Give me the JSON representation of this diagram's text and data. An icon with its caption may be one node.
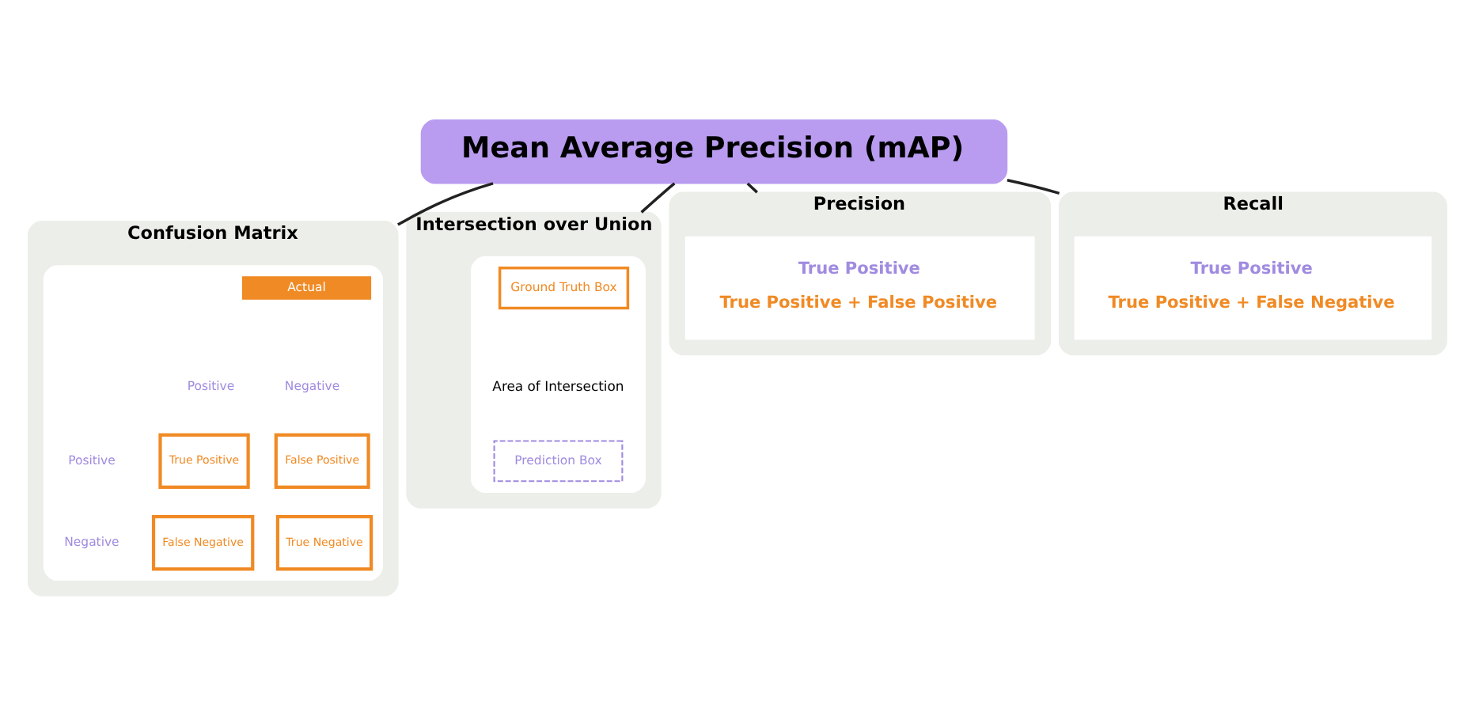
{
  "diagram": {
    "nodes": [
      {
        "text": [
          "Mean Average Precision (mAP)"
        ]
      },
      {
        "text": [
          "Confusion Matrix"
        ]
      },
      {
        "text": [],
        "shape": "box",
        "in": 1
      },
      {
        "text": [
          "Actual"
        ],
        "in": 2
      },
      {
        "text": [
          "True Positive"
        ],
        "in": 2
      },
      {
        "text": [
          "False Positive"
        ],
        "in": 2
      },
      {
        "text": [
          "False Negative"
        ],
        "in": 2
      },
      {
        "text": [
          "True Negative"
        ],
        "in": 2
      },
      {
        "text": [
          "Intersection over Union"
        ]
      },
      {
        "text": [],
        "shape": "box",
        "in": 8
      },
      {
        "text": [
          "Ground Truth Box"
        ],
        "in": 9
      },
      {
        "text": [
          "Prediction Box"
        ],
        "in": 9
      },
      {
        "text": [
          "Precision"
        ]
      },
      {
        "text": [
          "True Positive",
          "True Positive + False Positive"
        ],
        "in": 12
      },
      {
        "text": [
          "Recall"
        ]
      },
      {
        "text": [
          "True Positive",
          "True Positive + False Negative"
        ],
        "in": 14
      }
    ],
    "edges": [
      {
        "from": 0,
        "to": 1,
        "arrow": "none"
      },
      {
        "from": 0,
        "to": 8,
        "arrow": "none"
      },
      {
        "from": 0,
        "to": 12,
        "arrow": "none"
      },
      {
        "from": 0,
        "to": 14,
        "arrow": "none"
      }
    ],
    "labels": [
      "Positive",
      "Negative",
      "Positive",
      "Negative",
      "Area of Intersection"
    ]
  }
}
